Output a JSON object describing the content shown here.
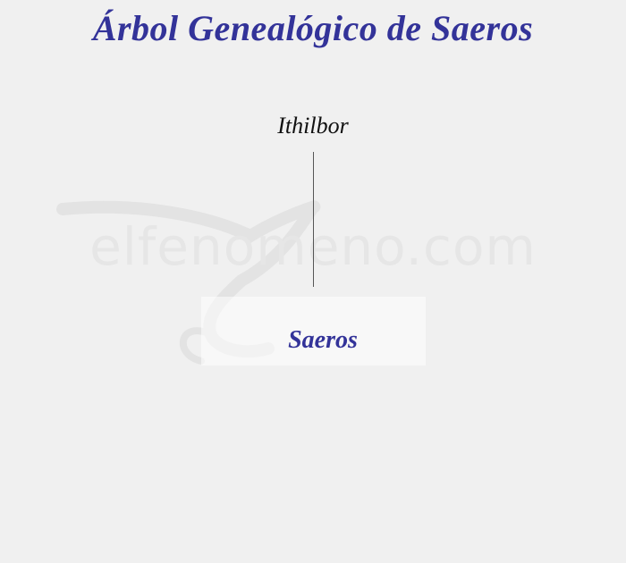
{
  "title": "Árbol Genealógico de Saeros",
  "tree": {
    "parent": {
      "name": "Ithilbor"
    },
    "child": {
      "name": "Saeros"
    }
  },
  "watermark": {
    "text": "elfenomeno.com",
    "logo_icon": "dragon-logo-icon"
  },
  "colors": {
    "background": "#f0f0f0",
    "accent": "#333399",
    "parent_text": "#111111",
    "connector": "#555555",
    "watermark": "#e6e6e6"
  }
}
